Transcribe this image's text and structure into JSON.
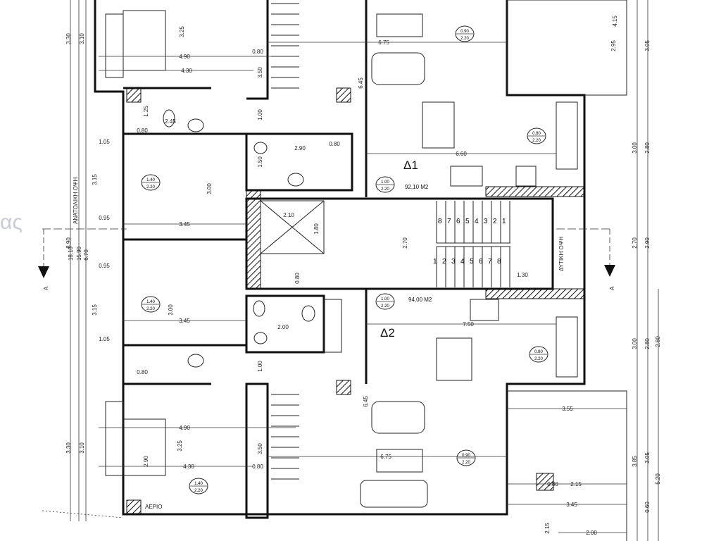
{
  "plan": {
    "units": [
      {
        "name": "Δ1",
        "area": "92,10 M2"
      },
      {
        "name": "Δ2",
        "area": "94,00 M2"
      }
    ],
    "elevations": {
      "east": "ΑΝΑΤΟΛΙΚΗ ΟΨΗ",
      "west": "ΔΥΤΙΚΗ ΟΨΗ"
    },
    "section_marker": "A",
    "gas_label": "ΑΕΡΙΟ",
    "watermark": "ας",
    "door_tags": [
      [
        "1.00",
        "2.20"
      ],
      [
        "1.00",
        "2.20"
      ],
      [
        "1.40",
        "2.20"
      ],
      [
        "1.40",
        "2.20"
      ],
      [
        "1.40",
        "2.20"
      ],
      [
        "0.90",
        "2.20"
      ],
      [
        "0.80",
        "2.20"
      ],
      [
        "0.80",
        "2.20"
      ],
      [
        "0.90",
        "2.20"
      ]
    ],
    "stair_steps_upper": [
      "8",
      "7",
      "6",
      "5",
      "4",
      "3",
      "2",
      "1"
    ],
    "stair_steps_lower": [
      "1",
      "2",
      "3",
      "4",
      "5",
      "6",
      "7",
      "8"
    ],
    "horizontal_dimensions": [
      "6.75",
      "6.60",
      "7.50",
      "6.75",
      "4.90",
      "4.30",
      "4.90",
      "4.30",
      "3.45",
      "3.45",
      "2.10",
      "2.00",
      "1.30",
      "3.55",
      "2.15",
      "3.45",
      "2.00",
      "0.80",
      "1.05",
      "0.95",
      "0.95",
      "1.05",
      "0.80",
      "0.80",
      "2.45",
      "0.80",
      "0.80",
      "0.80",
      "2.90"
    ],
    "vertical_dimensions": [
      "18.10",
      "15.90",
      "6.70",
      "8.90",
      "3.30",
      "3.10",
      "3.30",
      "3.10",
      "3.15",
      "3.15",
      "3.25",
      "3.50",
      "3.25",
      "3.50",
      "6.45",
      "6.45",
      "3.00",
      "3.00",
      "2.70",
      "1.80",
      "2.95",
      "3.05",
      "4.15",
      "3.00",
      "2.80",
      "2.70",
      "2.90",
      "3.00",
      "2.80",
      "2.80",
      "3.85",
      "3.05",
      "5.20",
      "0.60",
      "2.15",
      "1.00",
      "1.00",
      "0.80",
      "1.25",
      "1.50",
      "2.90"
    ]
  }
}
